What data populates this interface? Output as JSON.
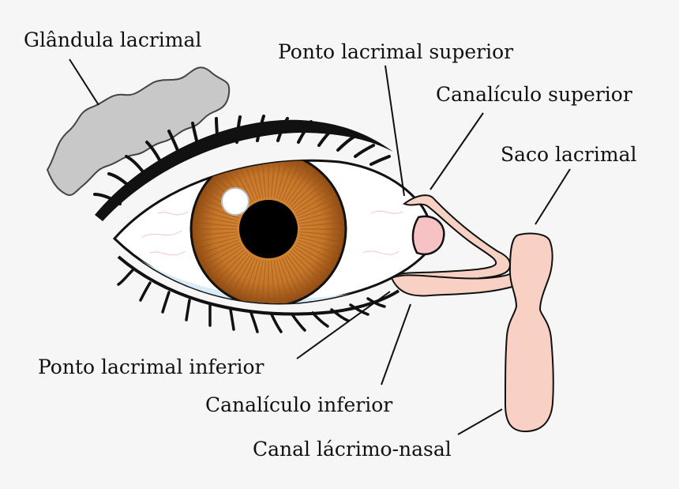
{
  "labels": {
    "glandula": "Glândula lacrimal",
    "ponto_superior": "Ponto lacrimal superior",
    "canaliculo_superior": "Canalículo superior",
    "saco": "Saco lacrimal",
    "ponto_inferior": "Ponto lacrimal inferior",
    "canaliculo_inferior": "Canalículo inferior",
    "canal_nasal": "Canal lácrimo-nasal"
  },
  "colors": {
    "background": "#f6f6f6",
    "gland": "#c8c8c8",
    "iris": "#c6772a",
    "iris_dark": "#9a5216",
    "duct": "#f9d0c4",
    "caruncle": "#f7c2c4",
    "sclera": "#ffffff",
    "outline": "#111111"
  }
}
